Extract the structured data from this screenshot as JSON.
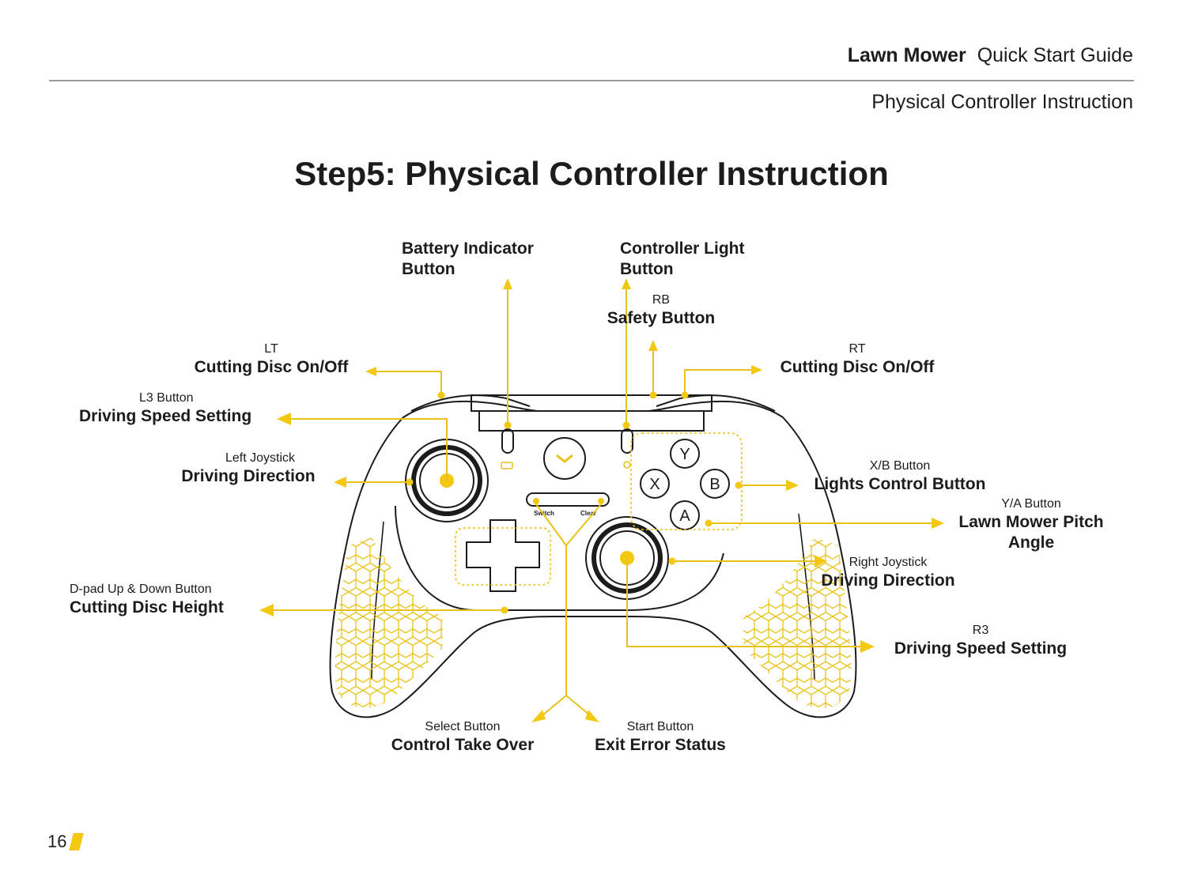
{
  "header": {
    "brand": "Lawn Mower",
    "guide": "Quick Start Guide",
    "section": "Physical Controller Instruction"
  },
  "title": "Step5: Physical Controller Instruction",
  "callouts": {
    "battery": {
      "label": "Battery Indicator",
      "label2": "Button"
    },
    "light": {
      "label": "Controller Light",
      "label2": "Button"
    },
    "rb": {
      "key": "RB",
      "label": "Safety Button"
    },
    "lt": {
      "key": "LT",
      "label": "Cutting Disc On/Off"
    },
    "rt": {
      "key": "RT",
      "label": "Cutting Disc On/Off"
    },
    "l3": {
      "key": "L3 Button",
      "label": "Driving Speed Setting"
    },
    "left_stick": {
      "key": "Left Joystick",
      "label": "Driving Direction"
    },
    "xb": {
      "key": "X/B Button",
      "label": "Lights Control Button"
    },
    "ya": {
      "key": "Y/A Button",
      "label": "Lawn Mower Pitch",
      "label2": "Angle"
    },
    "right_stick": {
      "key": "Right Joystick",
      "label": "Driving Direction"
    },
    "dpad": {
      "key": "D-pad Up & Down Button",
      "label": "Cutting Disc Height"
    },
    "r3": {
      "key": "R3",
      "label": "Driving Speed Setting"
    },
    "select": {
      "key": "Select Button",
      "label": "Control Take Over"
    },
    "start": {
      "key": "Start Button",
      "label": "Exit Error Status"
    }
  },
  "controller": {
    "switch_label": "Switch",
    "clear_label": "Clear",
    "face_buttons": [
      "Y",
      "X",
      "B",
      "A"
    ]
  },
  "page_number": "16",
  "colors": {
    "accent": "#f2c811",
    "line": "#e8c21a",
    "ink": "#1c1c1c"
  }
}
